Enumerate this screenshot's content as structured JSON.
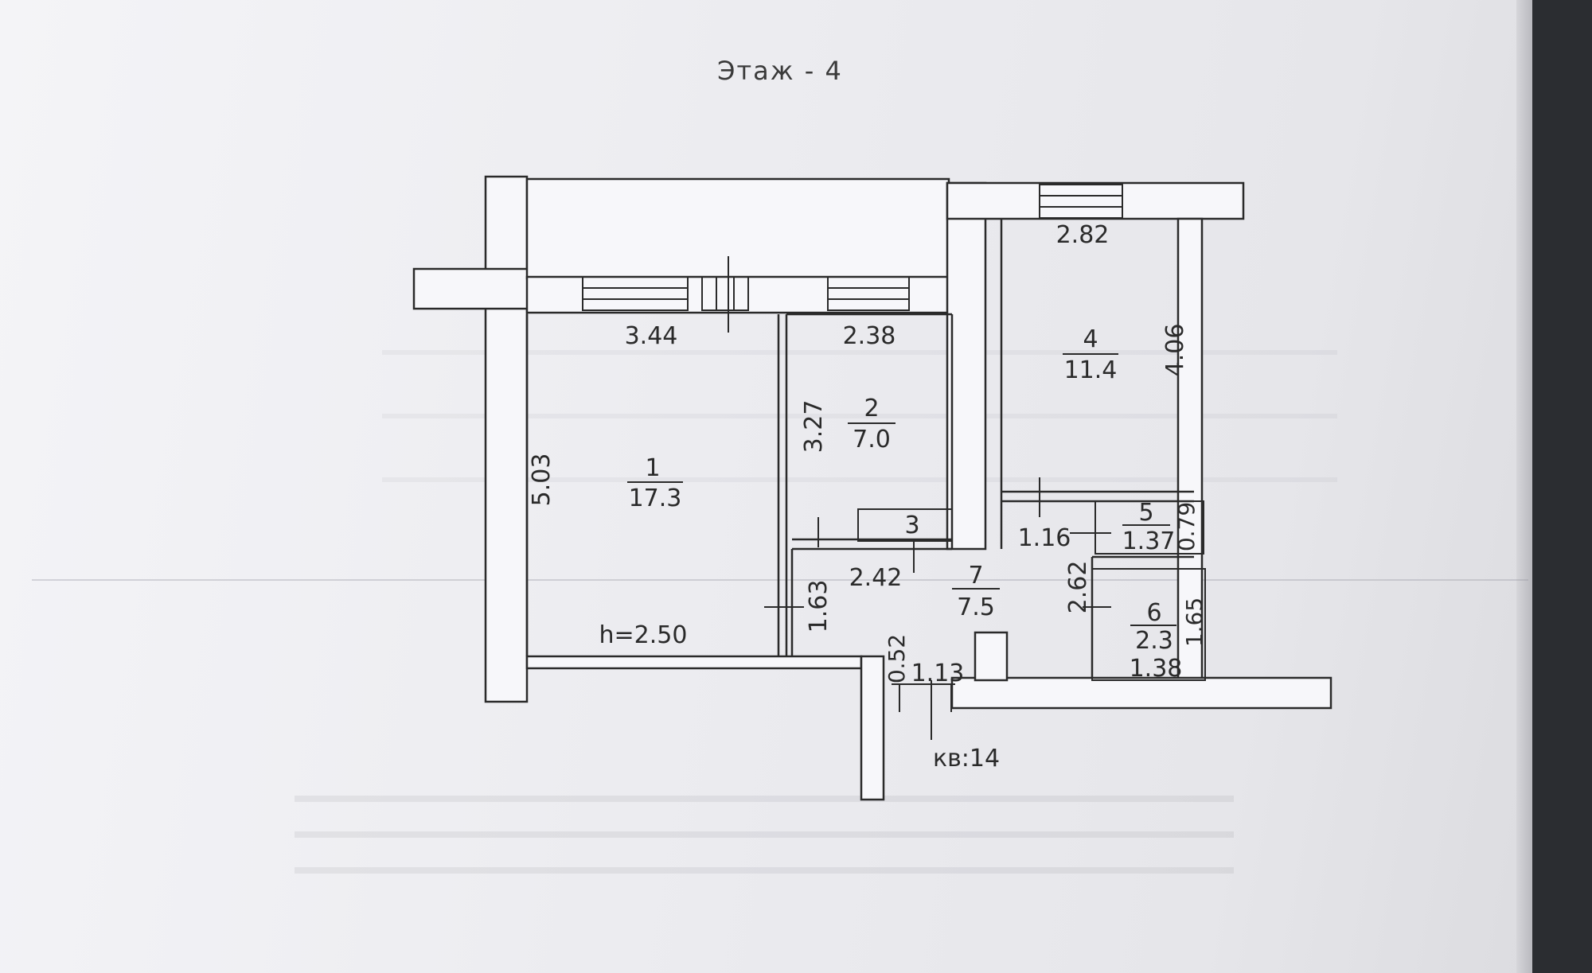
{
  "floor_title": "Этаж - 4",
  "apartment_label": "кв:14",
  "ceiling_height": "h=2.50",
  "rooms": [
    {
      "number": "1",
      "area": "17.3"
    },
    {
      "number": "2",
      "area": "7.0"
    },
    {
      "number": "3",
      "area": ""
    },
    {
      "number": "4",
      "area": "11.4"
    },
    {
      "number": "5",
      "area": "1.37"
    },
    {
      "number": "6",
      "area": "2.3"
    },
    {
      "number": "7",
      "area": "7.5"
    }
  ],
  "dimensions": {
    "room1_width": "3.44",
    "room1_length": "5.03",
    "room2_width": "2.38",
    "room2_length": "3.27",
    "room4_width": "2.82",
    "room4_length": "4.06",
    "room5_width": "1.16",
    "room5_length": "0.79",
    "room6_width": "1.38",
    "room6_length": "1.65",
    "hall_width": "2.42",
    "hall_length": "2.62",
    "corridor_length": "1.63",
    "entry_width": "1.13",
    "entry_length": "0.52"
  }
}
